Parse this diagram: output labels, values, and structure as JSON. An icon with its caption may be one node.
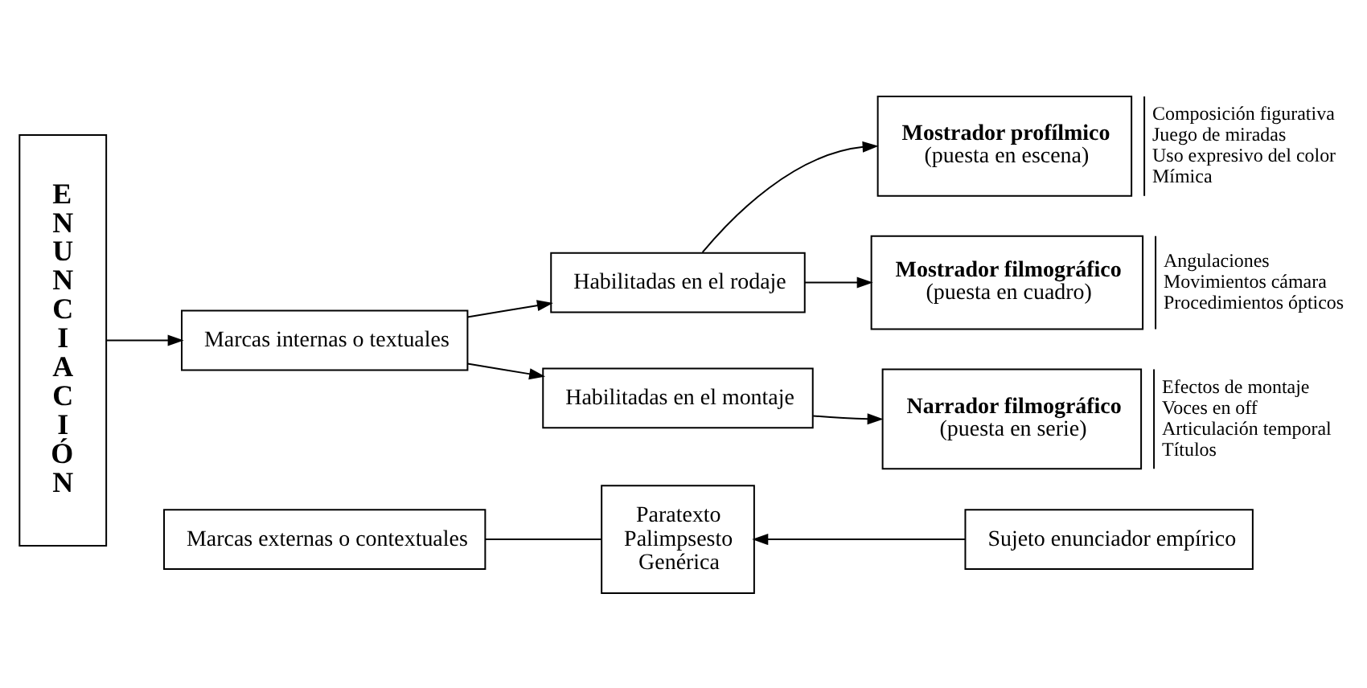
{
  "diagram": {
    "nodes": [
      {
        "text": [
          "Marcas externas o contextuales"
        ]
      },
      {
        "text": [
          "Paratexto",
          "Palimpsesto",
          "Genérica"
        ]
      },
      {
        "text": [
          "Sujeto enunciador empírico"
        ]
      },
      {
        "text": [
          "ENUNCIACIÓN"
        ]
      },
      {
        "text": [
          "Marcas internas o textuales"
        ]
      },
      {
        "text": [
          "Habilitadas en el rodaje"
        ]
      },
      {
        "text": [
          "Habilitadas en el montaje"
        ]
      },
      {
        "text": [
          "Mostrador profílmico",
          "(puesta en escena)"
        ],
        "beside": [
          "Composición figurativa",
          "Juego de miradas",
          "Uso expresivo del color",
          "Mímica"
        ]
      },
      {
        "text": [
          "Mostrador filmográfico",
          "(puesta en cuadro)"
        ],
        "beside": [
          "Angulaciones",
          "Movimientos cámara",
          "Procedimientos ópticos"
        ]
      },
      {
        "text": [
          "Narrador filmográfico",
          "(puesta en serie)"
        ],
        "beside": [
          "Efectos de montaje",
          "Voces en off",
          "Articulación temporal",
          "Títulos"
        ]
      }
    ],
    "edges": [
      {
        "from": 0,
        "to": 1,
        "arrow": "none"
      },
      {
        "from": 2,
        "to": 1,
        "arrow": "to"
      },
      {
        "from": 3,
        "to": 4,
        "arrow": "to"
      },
      {
        "from": 4,
        "to": 5,
        "arrow": "to"
      },
      {
        "from": 4,
        "to": 6,
        "arrow": "to"
      },
      {
        "from": 5,
        "to": 7,
        "arrow": "to"
      },
      {
        "from": 5,
        "to": 8,
        "arrow": "to"
      },
      {
        "from": 6,
        "to": 9,
        "arrow": "to"
      }
    ]
  }
}
